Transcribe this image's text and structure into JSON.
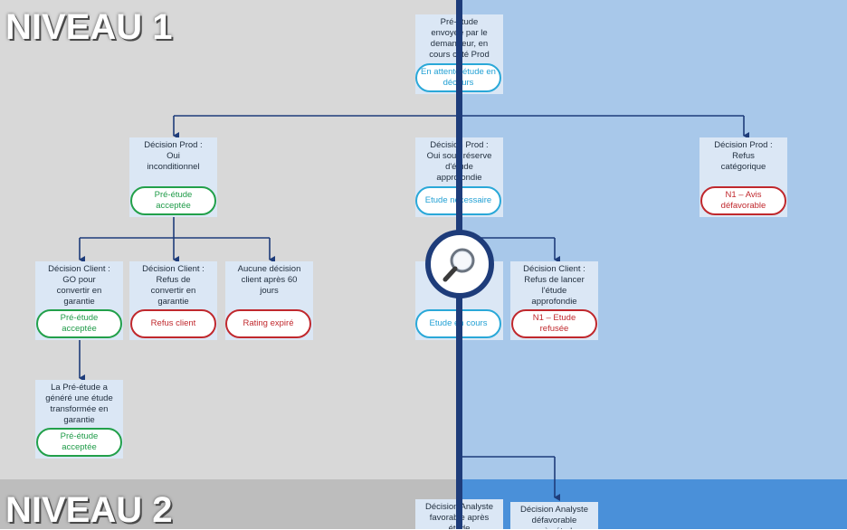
{
  "levels": {
    "level1": "NIVEAU 1",
    "level2": "NIVEAU 2"
  },
  "colors": {
    "left_bg": "#d8d8d8",
    "right_bg": "#a8c8ea",
    "connector": "#1e3c7a",
    "green": "#22a04a",
    "red": "#c0282d",
    "cyan": "#2aa8d8"
  },
  "nodes": {
    "root": {
      "label": "Pré-étude\nenvoyée par le\ndemandeur, en\ncours côté Prod",
      "status": "En attente étude en\ndécours"
    },
    "prod_oui": {
      "label": "Décision Prod :\nOui\ninconditionnel",
      "status": "Pré-étude\nacceptée"
    },
    "prod_reserve": {
      "label": "Décision Prod :\nOui sous réserve\nd'étude\napprofondie",
      "status": "Etude nécessaire"
    },
    "prod_refus": {
      "label": "Décision Prod :\nRefus\ncatégorique",
      "status": "N1 – Avis\ndéfavorable"
    },
    "client_go": {
      "label": "Décision Client :\nGO pour\nconvertir en\ngarantie",
      "status": "Pré-étude\nacceptée"
    },
    "client_refus": {
      "label": "Décision Client :\nRefus de\nconvertir en\ngarantie",
      "status": "Refus client"
    },
    "aucune": {
      "label": "Aucune décision\nclient après 60\njours",
      "status": "Rating expiré"
    },
    "client_go_etude": {
      "label": "",
      "status": "Etude en cours"
    },
    "client_refus_etude": {
      "label": "Décision Client :\nRefus de lancer\nl'étude\napprofondie",
      "status": "N1 – Etude\nrefusée"
    },
    "transformee": {
      "label": "La Pré-étude a\ngénéré une étude\ntransformée en\ngarantie",
      "status": "Pré-étude\nacceptée"
    },
    "analyste_fav": {
      "label": "Décision Analyste\nfavorable après\nétude"
    },
    "analyste_defav": {
      "label": "Décision Analyste\ndéfavorable\naprès étude"
    }
  }
}
